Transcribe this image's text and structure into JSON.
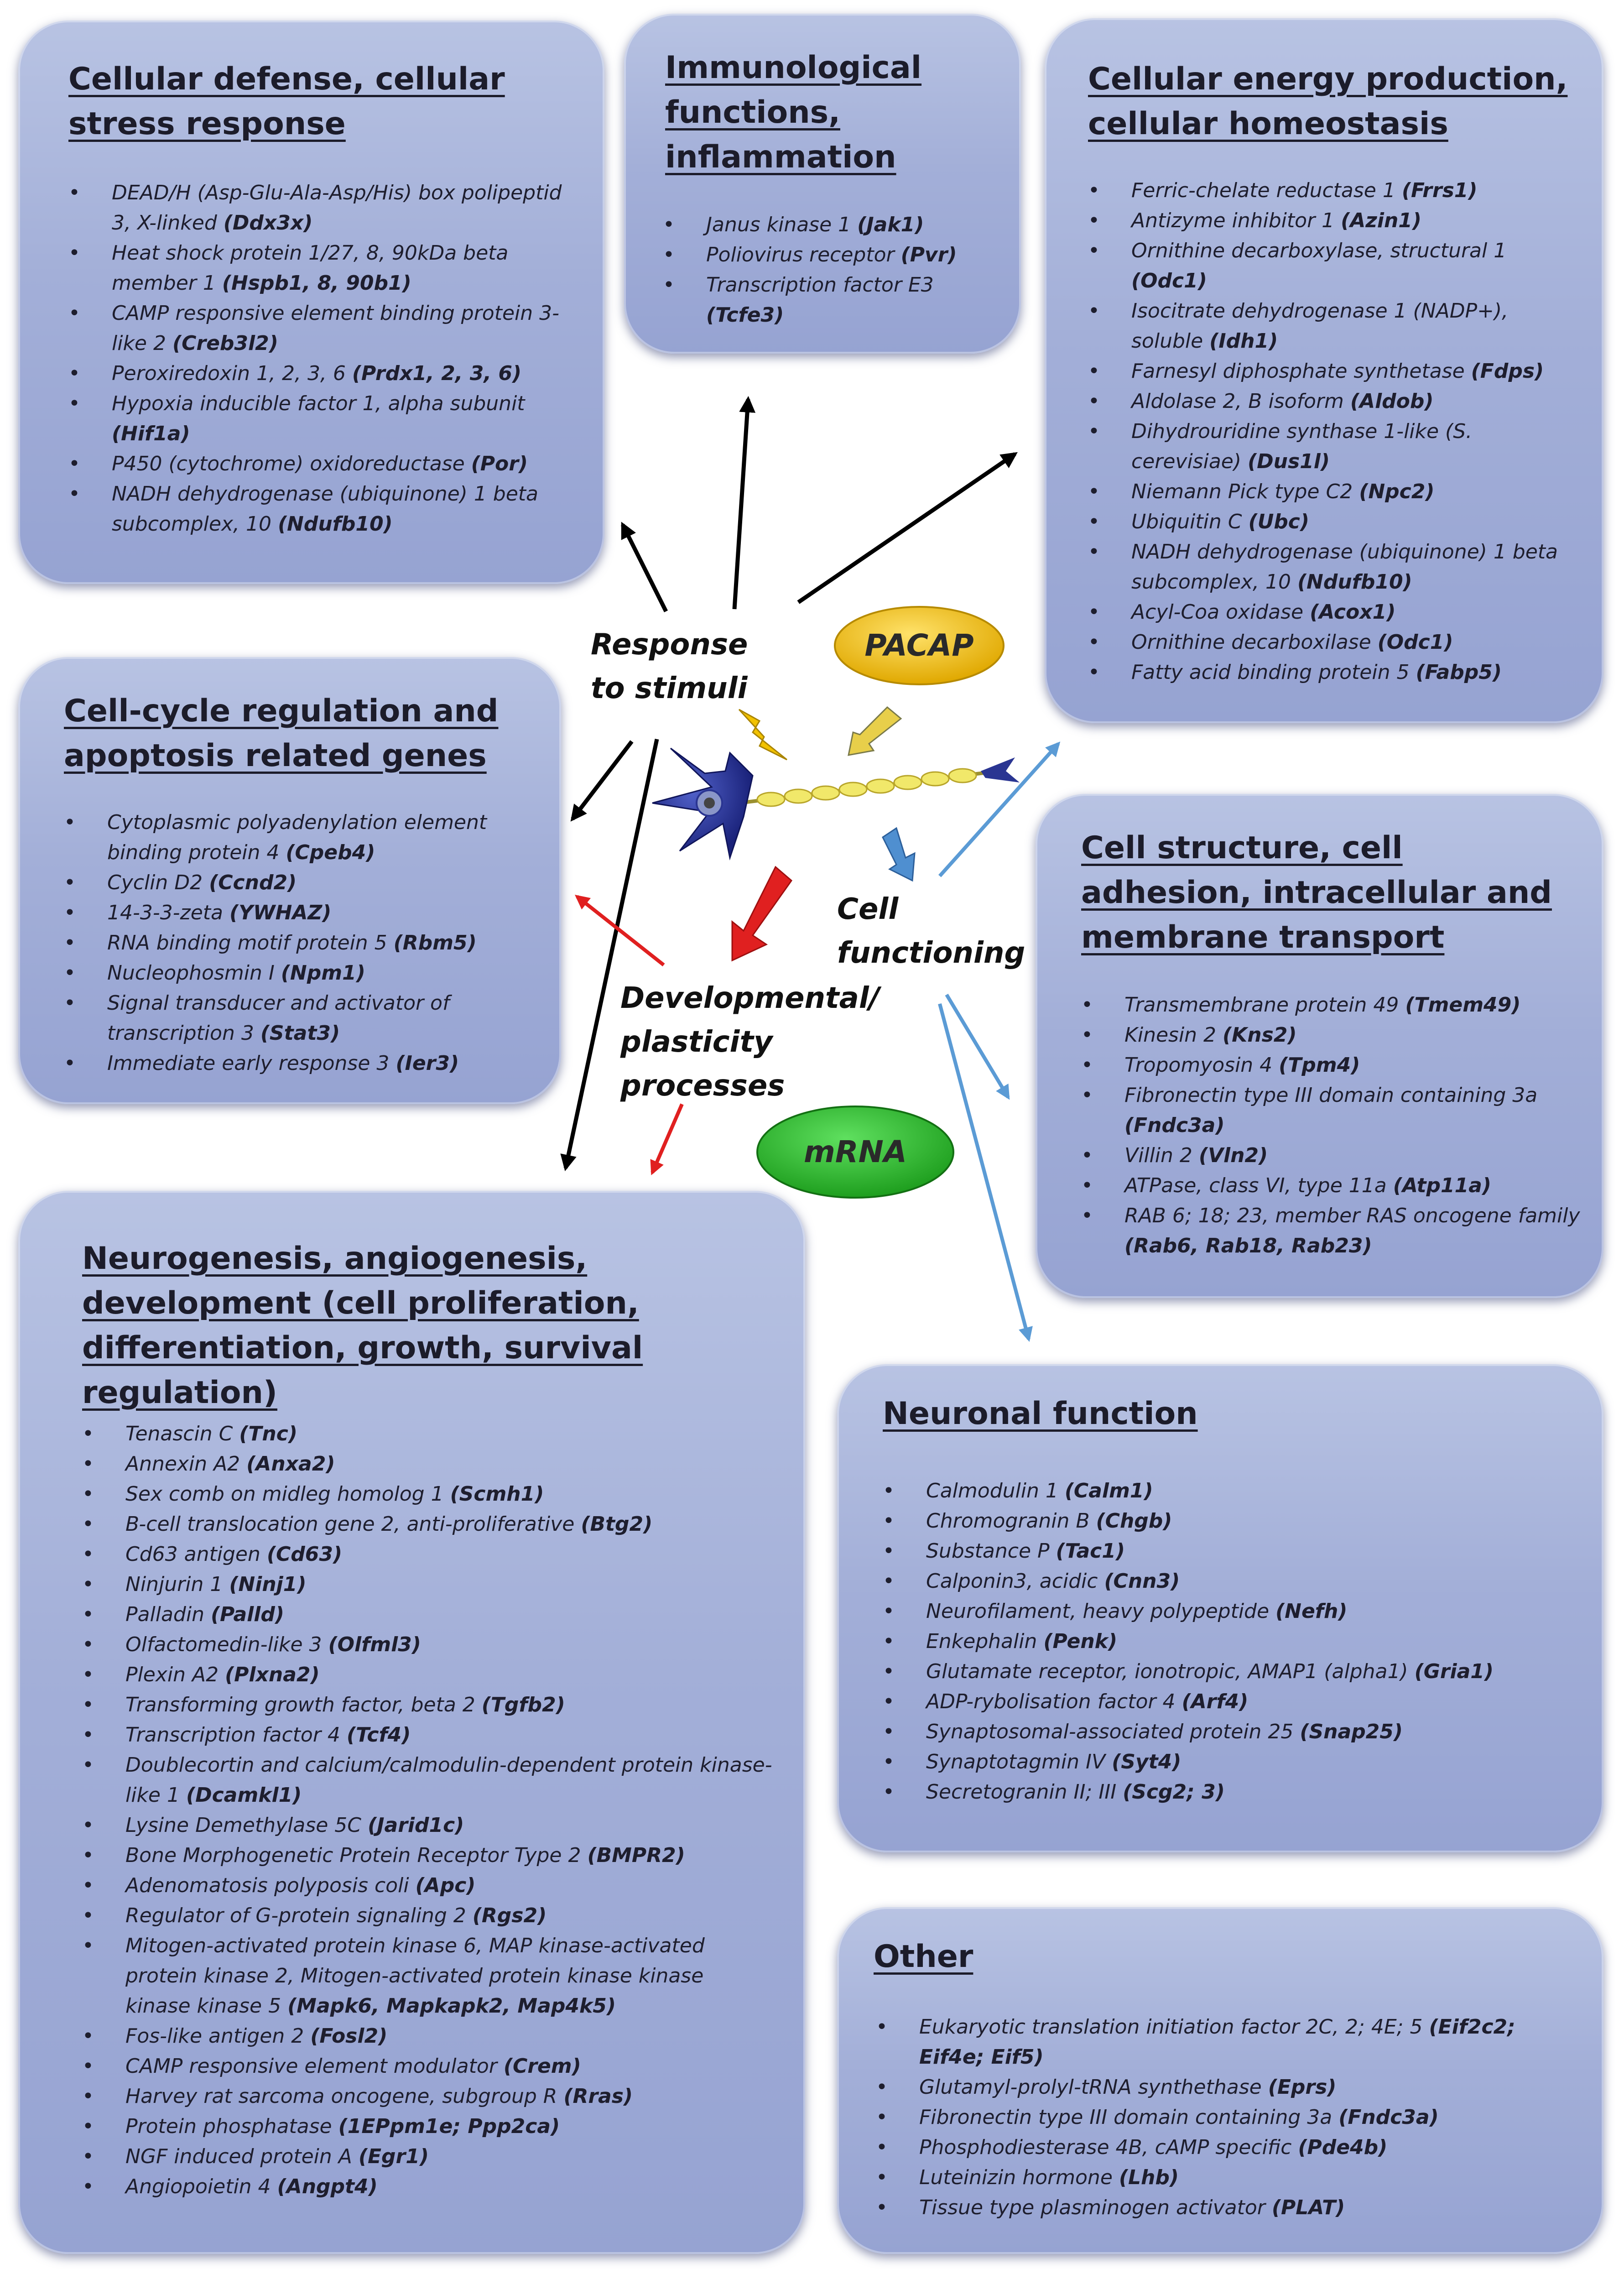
{
  "boxes": {
    "defense": {
      "title": "Cellular defense, cellular stress response",
      "items": [
        {
          "text": "DEAD/H (Asp-Glu-Ala-Asp/His) box polipeptid 3, X-linked ",
          "gene": "(Ddx3x)"
        },
        {
          "text": "Heat shock protein 1/27, 8, 90kDa beta member 1 ",
          "gene": "(Hspb1, 8, 90b1)"
        },
        {
          "text": "CAMP responsive element binding protein 3-like 2 ",
          "gene": "(Creb3l2)"
        },
        {
          "text": "Peroxiredoxin 1, 2, 3, 6 ",
          "gene": "(Prdx1, 2, 3, 6)"
        },
        {
          "text": "Hypoxia inducible factor 1, alpha subunit ",
          "gene": "(Hif1a)"
        },
        {
          "text": "P450 (cytochrome) oxidoreductase ",
          "gene": "(Por)"
        },
        {
          "text": "NADH dehydrogenase (ubiquinone) 1 beta subcomplex, 10 ",
          "gene": "(Ndufb10)"
        }
      ]
    },
    "immuno": {
      "title": "Immunological functions, inflammation",
      "items": [
        {
          "text": "Janus kinase 1 ",
          "gene": "(Jak1)"
        },
        {
          "text": "Poliovirus receptor ",
          "gene": "(Pvr)"
        },
        {
          "text": "Transcription factor E3 ",
          "gene": "(Tcfe3)"
        }
      ]
    },
    "energy": {
      "title": "Cellular energy production, cellular homeostasis",
      "items": [
        {
          "text": "Ferric-chelate reductase 1 ",
          "gene": "(Frrs1)"
        },
        {
          "text": "Antizyme inhibitor 1 ",
          "gene": "(Azin1)"
        },
        {
          "text": "Ornithine decarboxylase, structural 1 ",
          "gene": "(Odc1)"
        },
        {
          "text": "Isocitrate dehydrogenase 1 (NADP+), soluble ",
          "gene": "(Idh1)"
        },
        {
          "text": "Farnesyl diphosphate synthetase ",
          "gene": "(Fdps)"
        },
        {
          "text": "Aldolase 2, B isoform ",
          "gene": "(Aldob)"
        },
        {
          "text": "Dihydrouridine synthase 1-like (S. cerevisiae) ",
          "gene": "(Dus1l)"
        },
        {
          "text": "Niemann Pick type C2 ",
          "gene": "(Npc2)"
        },
        {
          "text": "Ubiquitin C ",
          "gene": "(Ubc)"
        },
        {
          "text": "NADH dehydrogenase (ubiquinone) 1 beta subcomplex, 10 ",
          "gene": "(Ndufb10)"
        },
        {
          "text": "Acyl-Coa oxidase ",
          "gene": "(Acox1)"
        },
        {
          "text": "Ornithine decarboxilase ",
          "gene": "(Odc1)"
        },
        {
          "text": "Fatty acid binding protein 5 ",
          "gene": "(Fabp5)"
        }
      ]
    },
    "cellcycle": {
      "title": "Cell-cycle regulation and apoptosis related genes",
      "items": [
        {
          "text": "Cytoplasmic polyadenylation element binding protein 4 ",
          "gene": "(Cpeb4)"
        },
        {
          "text": "Cyclin D2 ",
          "gene": "(Ccnd2)"
        },
        {
          "text": "14-3-3-zeta ",
          "gene": "(YWHAZ)"
        },
        {
          "text": "RNA binding motif protein 5 ",
          "gene": "(Rbm5)"
        },
        {
          "text": "Nucleophosmin I ",
          "gene": "(Npm1)"
        },
        {
          "text": "Signal transducer and activator of transcription 3 ",
          "gene": "(Stat3)"
        },
        {
          "text": "Immediate early response 3 ",
          "gene": "(Ier3)"
        }
      ]
    },
    "structure": {
      "title": "Cell structure, cell adhesion, intracellular and membrane transport",
      "items": [
        {
          "text": "Transmembrane protein 49 ",
          "gene": "(Tmem49)"
        },
        {
          "text": "Kinesin 2 ",
          "gene": "(Kns2)"
        },
        {
          "text": "Tropomyosin 4 ",
          "gene": "(Tpm4)"
        },
        {
          "text": "Fibronectin type III domain containing 3a ",
          "gene": "(Fndc3a)"
        },
        {
          "text": "Villin 2 ",
          "gene": "(Vln2)"
        },
        {
          "text": "ATPase, class VI, type 11a ",
          "gene": "(Atp11a)"
        },
        {
          "text": "RAB 6; 18; 23, member RAS oncogene family ",
          "gene": "(Rab6, Rab18, Rab23)"
        }
      ]
    },
    "neuro": {
      "title": "Neurogenesis, angiogenesis, development (cell proliferation, differentiation, growth, survival regulation)",
      "items": [
        {
          "text": "Tenascin C ",
          "gene": "(Tnc)"
        },
        {
          "text": "Annexin A2 ",
          "gene": "(Anxa2)"
        },
        {
          "text": "Sex comb on midleg homolog 1 ",
          "gene": "(Scmh1)"
        },
        {
          "text": "B-cell translocation gene 2, anti-proliferative ",
          "gene": "(Btg2)"
        },
        {
          "text": "Cd63 antigen ",
          "gene": "(Cd63)"
        },
        {
          "text": "Ninjurin 1 ",
          "gene": "(Ninj1)"
        },
        {
          "text": "Palladin ",
          "gene": "(Palld)"
        },
        {
          "text": "Olfactomedin-like 3 ",
          "gene": "(Olfml3)"
        },
        {
          "text": "Plexin A2 ",
          "gene": "(Plxna2)"
        },
        {
          "text": "Transforming growth factor, beta 2 ",
          "gene": "(Tgfb2)"
        },
        {
          "text": "Transcription factor 4 ",
          "gene": "(Tcf4)"
        },
        {
          "text": "Doublecortin and calcium/calmodulin-dependent protein kinase-like 1 ",
          "gene": "(Dcamkl1)"
        },
        {
          "text": "Lysine Demethylase 5C ",
          "gene": "(Jarid1c)"
        },
        {
          "text": "Bone Morphogenetic Protein Receptor Type 2 ",
          "gene": "(BMPR2)"
        },
        {
          "text": "Adenomatosis polyposis coli ",
          "gene": "(Apc)"
        },
        {
          "text": "Regulator of G-protein signaling 2 ",
          "gene": "(Rgs2)"
        },
        {
          "text": "Mitogen-activated protein kinase 6, MAP kinase-activated protein kinase 2, Mitogen-activated protein kinase kinase kinase kinase 5 ",
          "gene": "(Mapk6, Mapkapk2, Map4k5)"
        },
        {
          "text": "Fos-like antigen 2 ",
          "gene": "(Fosl2)"
        },
        {
          "text": "CAMP responsive element modulator ",
          "gene": "(Crem)"
        },
        {
          "text": "Harvey rat sarcoma oncogene, subgroup R ",
          "gene": "(Rras)"
        },
        {
          "text": "Protein phosphatase ",
          "gene": "(1EPpm1e; Ppp2ca)"
        },
        {
          "text": "NGF induced protein A ",
          "gene": "(Egr1)"
        },
        {
          "text": "Angiopoietin 4 ",
          "gene": "(Angpt4)"
        }
      ]
    },
    "neuronal": {
      "title": "Neuronal function",
      "items": [
        {
          "text": "Calmodulin 1 ",
          "gene": "(Calm1)"
        },
        {
          "text": "Chromogranin B ",
          "gene": "(Chgb)"
        },
        {
          "text": "Substance P ",
          "gene": "(Tac1)"
        },
        {
          "text": "Calponin3, acidic ",
          "gene": "(Cnn3)"
        },
        {
          "text": "Neurofilament, heavy polypeptide ",
          "gene": "(Nefh)"
        },
        {
          "text": "Enkephalin ",
          "gene": "(Penk)"
        },
        {
          "text": "Glutamate receptor, ionotropic, AMAP1 (alpha1) ",
          "gene": "(Gria1)"
        },
        {
          "text": "ADP-rybolisation factor 4 ",
          "gene": "(Arf4)"
        },
        {
          "text": "Synaptosomal-associated protein 25 ",
          "gene": "(Snap25)"
        },
        {
          "text": "Synaptotagmin IV ",
          "gene": "(Syt4)"
        },
        {
          "text": "Secretogranin II; III ",
          "gene": "(Scg2; 3)"
        }
      ]
    },
    "other": {
      "title": "Other",
      "items": [
        {
          "text": "Eukaryotic translation initiation factor 2C, 2; 4E; 5 ",
          "gene": "(Eif2c2; Eif4e; Eif5)"
        },
        {
          "text": "Glutamyl-prolyl-tRNA synthethase ",
          "gene": "(Eprs)"
        },
        {
          "text": "Fibronectin type III domain containing 3a ",
          "gene": "(Fndc3a)"
        },
        {
          "text": "Phosphodiesterase 4B, cAMP specific ",
          "gene": "(Pde4b)"
        },
        {
          "text": "Luteinizin hormone ",
          "gene": "(Lhb)"
        },
        {
          "text": "Tissue type plasminogen activator ",
          "gene": "(PLAT)"
        }
      ]
    }
  },
  "center": {
    "response_label": "Response to stimuli",
    "cell_label": "Cell functioning",
    "dev_label": "Developmental/ plasticity processes",
    "pacap": "PACAP",
    "mrna": "mRNA"
  },
  "colors": {
    "box_fill": "#a3afd8",
    "black_arrow": "#000000",
    "red_arrow": "#e02020",
    "blue_arrow": "#5b9bd5",
    "pacap_fill": "#f2c200",
    "mrna_fill": "#2db82d",
    "neuron_body": "#2a3592",
    "axon_beads": "#f1e86a"
  }
}
